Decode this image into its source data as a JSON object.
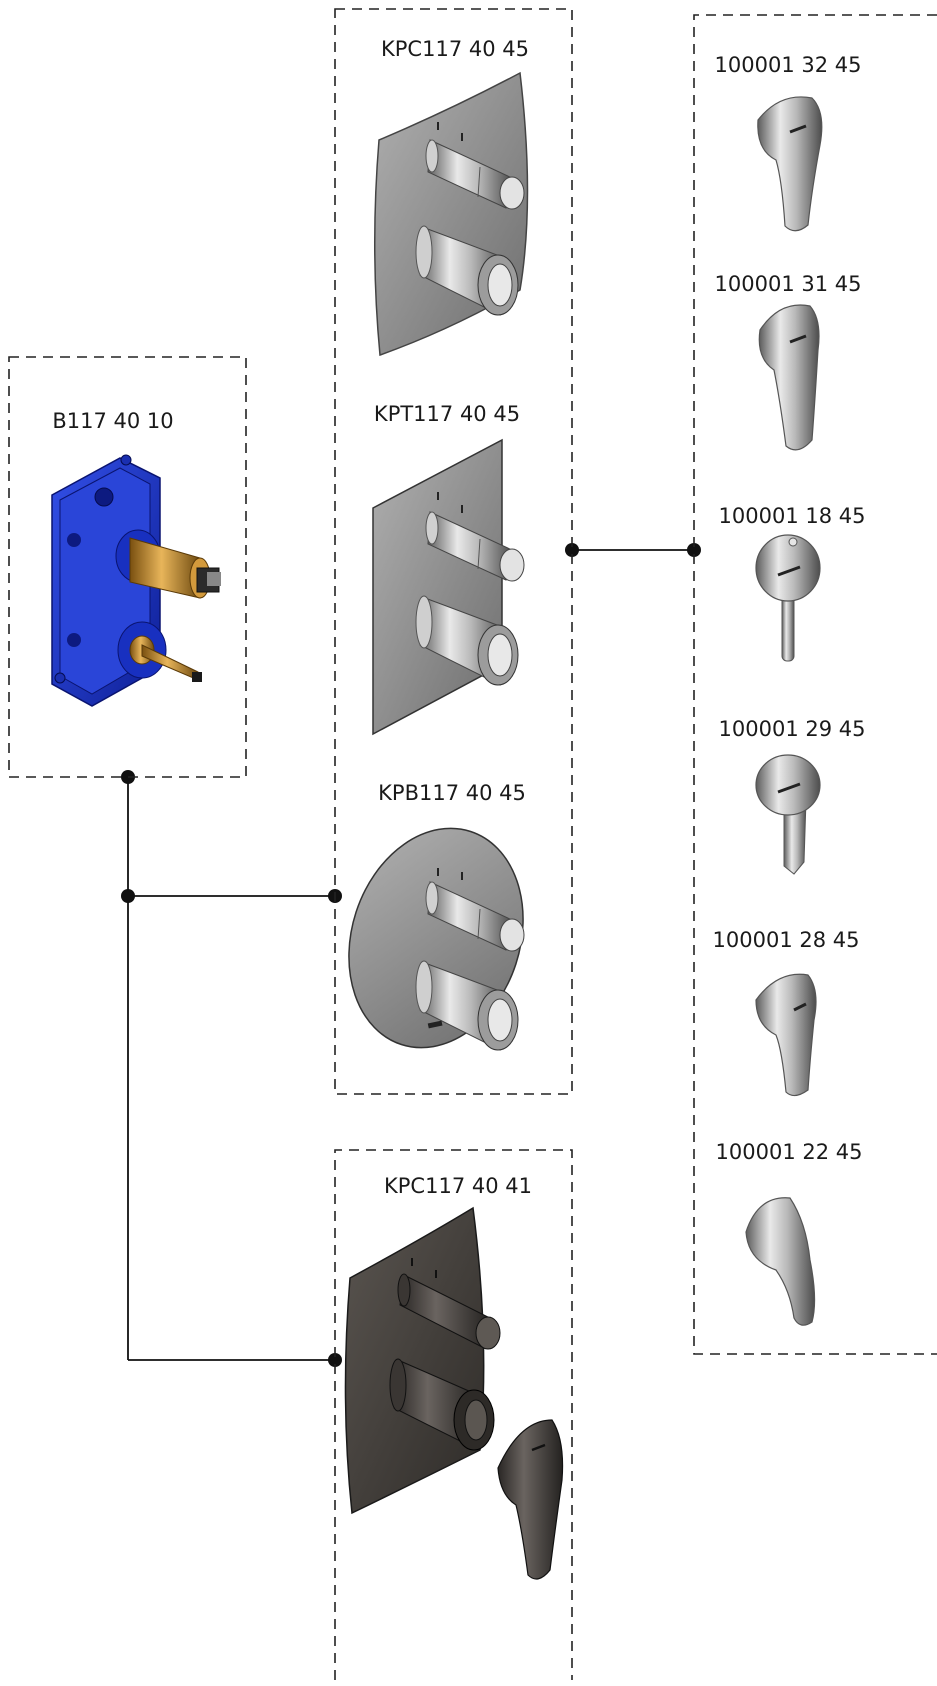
{
  "valve_body": {
    "code": "B117 40 10"
  },
  "trims": [
    {
      "code": "KPC117 40 45"
    },
    {
      "code": "KPT117 40 45"
    },
    {
      "code": "KPB117 40 45"
    }
  ],
  "trim_black": {
    "code": "KPC117 40 41"
  },
  "handles": [
    {
      "code": "100001 32 45"
    },
    {
      "code": "100001 31 45"
    },
    {
      "code": "100001 18 45"
    },
    {
      "code": "100001 29 45"
    },
    {
      "code": "100001 28 45"
    },
    {
      "code": "100001 22 45"
    }
  ],
  "colors": {
    "valve_body": "#1c35c9",
    "brass": "#c08a2a",
    "chrome": "#a9a9a9",
    "plate": "#8e8e8e",
    "black_finish": "#4a4642"
  }
}
